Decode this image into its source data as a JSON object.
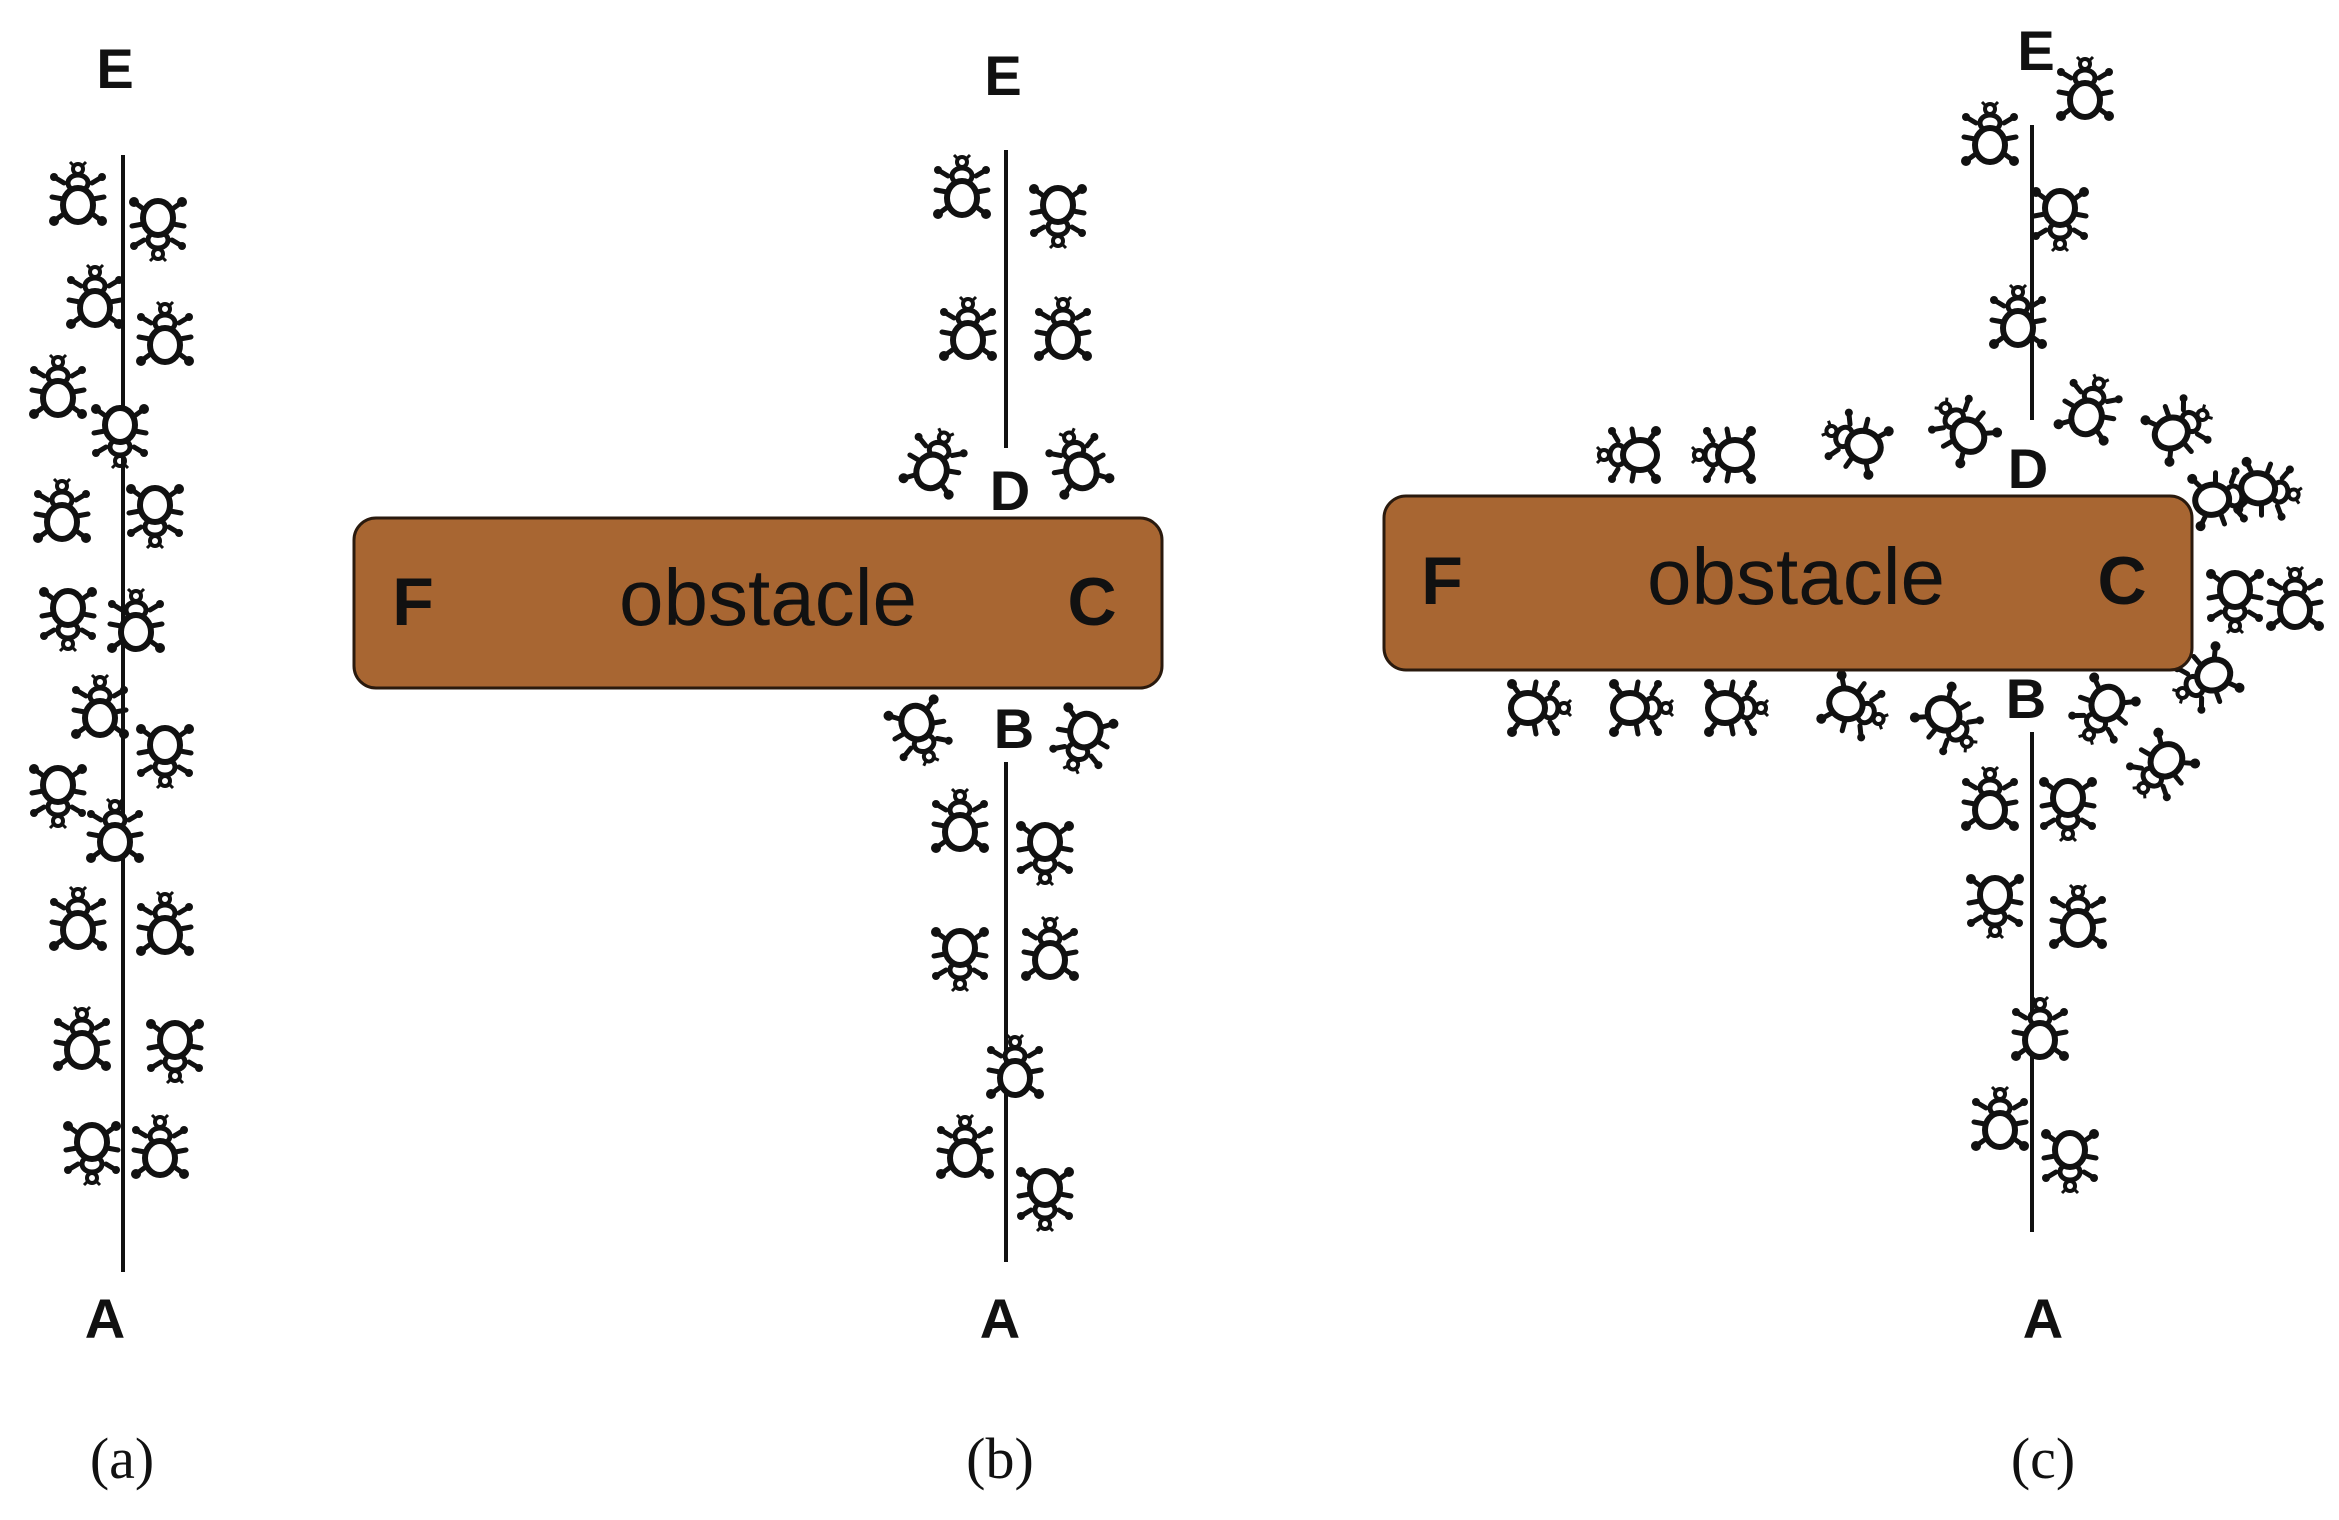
{
  "panels": [
    {
      "id": "a",
      "caption": "(a)",
      "points": {
        "top": "E",
        "bottom": "A"
      }
    },
    {
      "id": "b",
      "caption": "(b)",
      "points": {
        "top": "E",
        "bottom": "A",
        "above_obstacle": "D",
        "below_obstacle": "B"
      },
      "obstacle": {
        "text": "obstacle",
        "left": "F",
        "right": "C"
      }
    },
    {
      "id": "c",
      "caption": "(c)",
      "points": {
        "top": "E",
        "bottom": "A",
        "above_obstacle": "D",
        "below_obstacle": "B"
      },
      "obstacle": {
        "text": "obstacle",
        "left": "F",
        "right": "C"
      }
    }
  ],
  "colors": {
    "obstacle_fill": "#a86632",
    "obstacle_border": "#2a1a0e",
    "ink": "#111111"
  },
  "icons": {
    "agent": "ant-icon"
  }
}
